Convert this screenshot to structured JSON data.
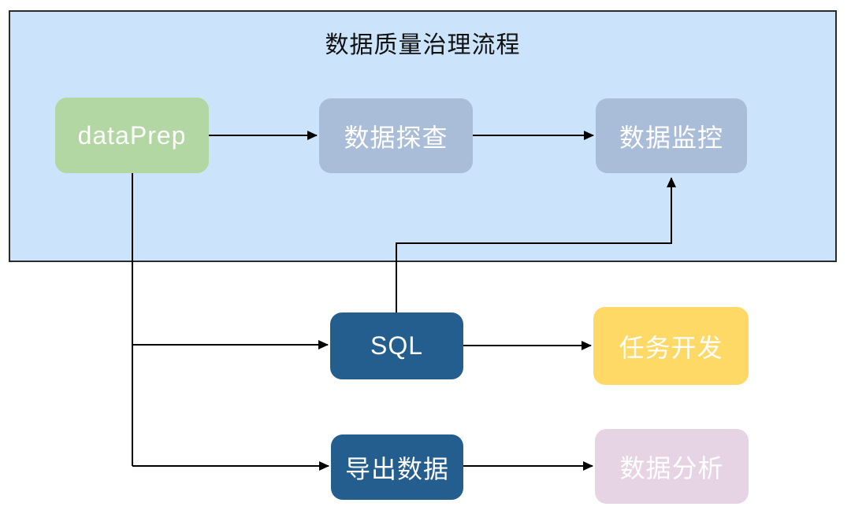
{
  "diagram": {
    "group": {
      "title": "数据质量治理流程",
      "fill": "#cce4fb",
      "border_color": "#2b2b2b",
      "title_color": "#111111"
    },
    "nodes": {
      "dataprep": {
        "label": "dataPrep",
        "fill": "#b2d7a2",
        "text_color": "#ffffff"
      },
      "exploration": {
        "label": "数据探查",
        "fill": "#aabdd8",
        "text_color": "#ffffff"
      },
      "monitoring": {
        "label": "数据监控",
        "fill": "#aabdd8",
        "text_color": "#ffffff"
      },
      "sql": {
        "label": "SQL",
        "fill": "#235e8f",
        "text_color": "#ffffff"
      },
      "taskdev": {
        "label": "任务开发",
        "fill": "#fed966",
        "text_color": "#ffffff"
      },
      "export": {
        "label": "导出数据",
        "fill": "#235e8f",
        "text_color": "#ffffff"
      },
      "analysis": {
        "label": "数据分析",
        "fill": "#e6d4e4",
        "text_color": "#ffffff"
      }
    },
    "edges": [
      {
        "from": "dataPrep",
        "to": "数据探查"
      },
      {
        "from": "数据探查",
        "to": "数据监控"
      },
      {
        "from": "dataPrep",
        "to": "SQL"
      },
      {
        "from": "dataPrep",
        "to": "导出数据"
      },
      {
        "from": "SQL",
        "to": "任务开发"
      },
      {
        "from": "SQL",
        "to": "数据监控"
      },
      {
        "from": "导出数据",
        "to": "数据分析"
      }
    ],
    "connector_color": "#000000"
  }
}
